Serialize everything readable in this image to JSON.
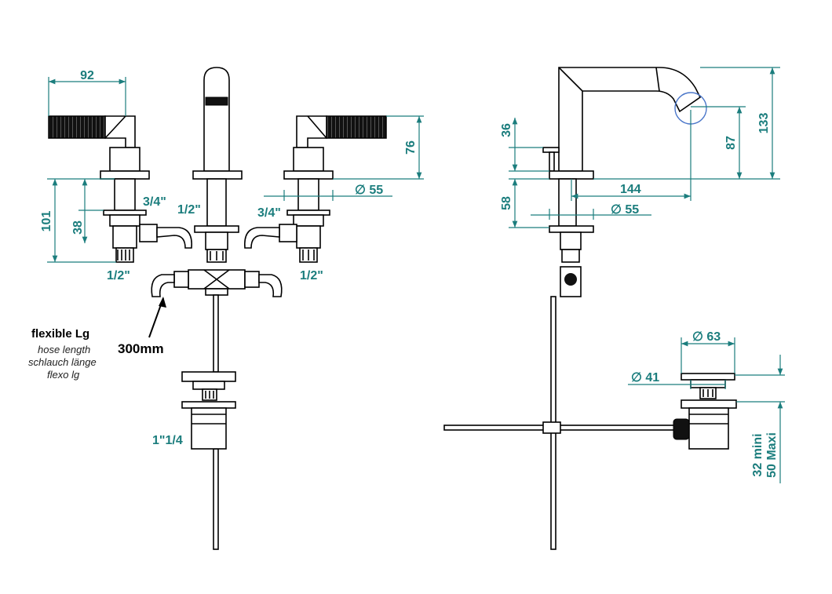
{
  "dimensions": {
    "handle_width": "92",
    "height_101": "101",
    "height_38": "38",
    "thread_3_4_left": "3/4\"",
    "thread_3_4_right": "3/4\"",
    "spout_thread": "1/2\"",
    "inlet_left": "1/2\"",
    "inlet_right": "1/2\"",
    "height_76": "76",
    "diam_55_front": "∅ 55",
    "drain_thread": "1\"1/4",
    "side_36": "36",
    "side_58": "58",
    "side_144": "144",
    "side_diam_55": "∅ 55",
    "side_87": "87",
    "side_133": "133",
    "waste_diam_63": "∅ 63",
    "waste_diam_41": "∅ 41",
    "deck_min": "32 mini",
    "deck_max": "50 Maxi"
  },
  "hose_note": {
    "title": "flexible Lg",
    "line1": "hose length",
    "line2": "schlauch länge",
    "line3": "flexo lg",
    "length": "300mm"
  },
  "colors": {
    "dimension": "#1b7d7d",
    "outline": "#000000"
  }
}
